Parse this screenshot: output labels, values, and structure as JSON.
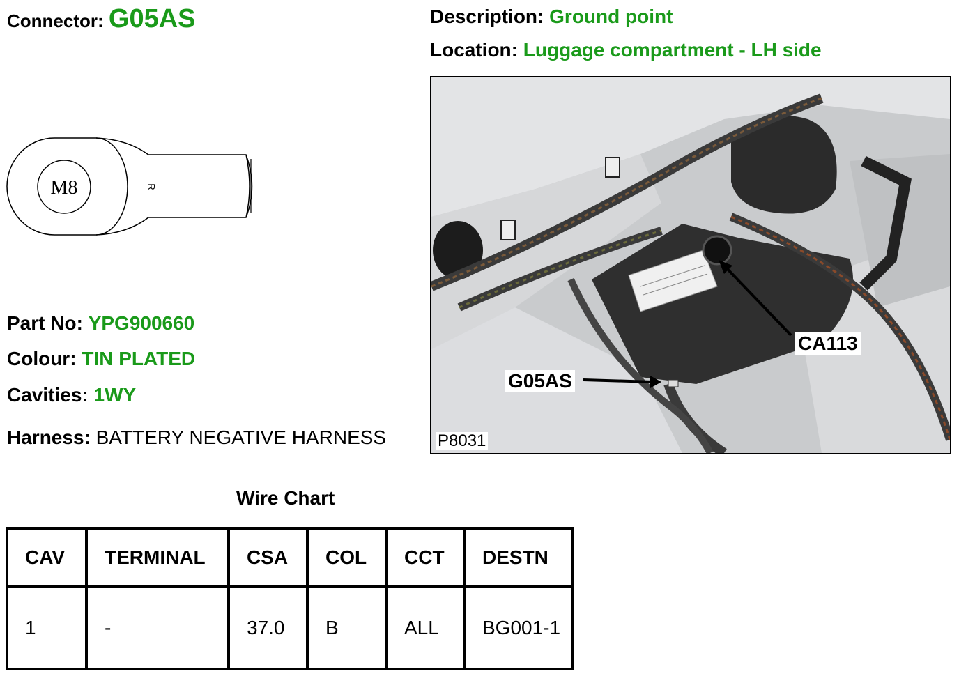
{
  "connector": {
    "label": "Connector:",
    "value": "G05AS"
  },
  "description": {
    "label": "Description:",
    "value": "Ground point"
  },
  "location": {
    "label": "Location:",
    "value": "Luggage compartment - LH side"
  },
  "terminal_drawing": {
    "stud_label": "M8",
    "mark_label": "R"
  },
  "part_no": {
    "label": "Part No:",
    "value": "YPG900660"
  },
  "colour": {
    "label": "Colour:",
    "value": "TIN PLATED"
  },
  "cavities": {
    "label": "Cavities:",
    "value": "1WY"
  },
  "harness": {
    "label": "Harness:",
    "value": "BATTERY NEGATIVE HARNESS"
  },
  "photo": {
    "code": "P8031",
    "callouts": [
      "CA113",
      "G05AS"
    ]
  },
  "wire_chart": {
    "title": "Wire Chart",
    "columns": [
      "CAV",
      "TERMINAL",
      "CSA",
      "COL",
      "CCT",
      "DESTN"
    ],
    "rows": [
      [
        "1",
        "-",
        "37.0",
        "B",
        "ALL",
        "BG001-1"
      ]
    ]
  },
  "colors": {
    "value_green": "#1a9a1a"
  }
}
